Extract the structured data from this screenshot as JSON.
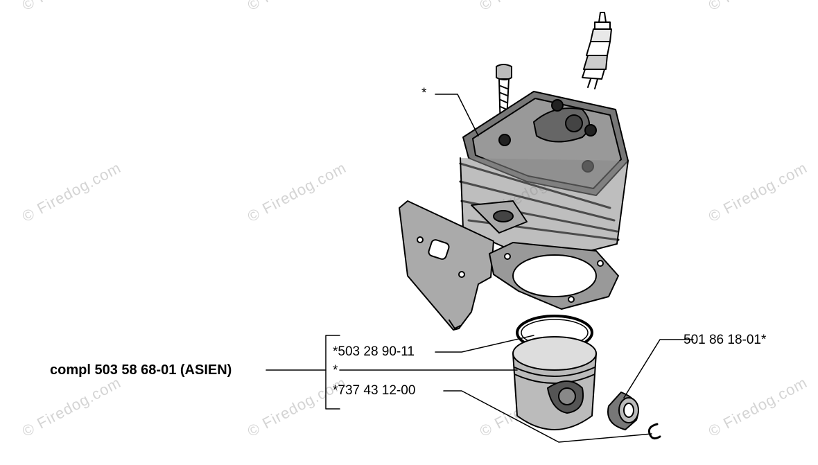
{
  "watermark": "© Firedog.com",
  "labels": {
    "cylinder_star": "*",
    "compl": "compl 503 58 68-01 (ASIEN)",
    "ring": "*503 28 90-11",
    "piston_star": "*",
    "pin": "*737 43 12-00",
    "bearing": "501 86 18-01*"
  },
  "icons": [
    "spark-plug-icon",
    "bolt-icon",
    "cylinder-icon",
    "muffler-gasket-icon",
    "cylinder-gasket-icon",
    "piston-ring-icon",
    "piston-icon",
    "needle-bearing-icon",
    "circlip-icon"
  ]
}
